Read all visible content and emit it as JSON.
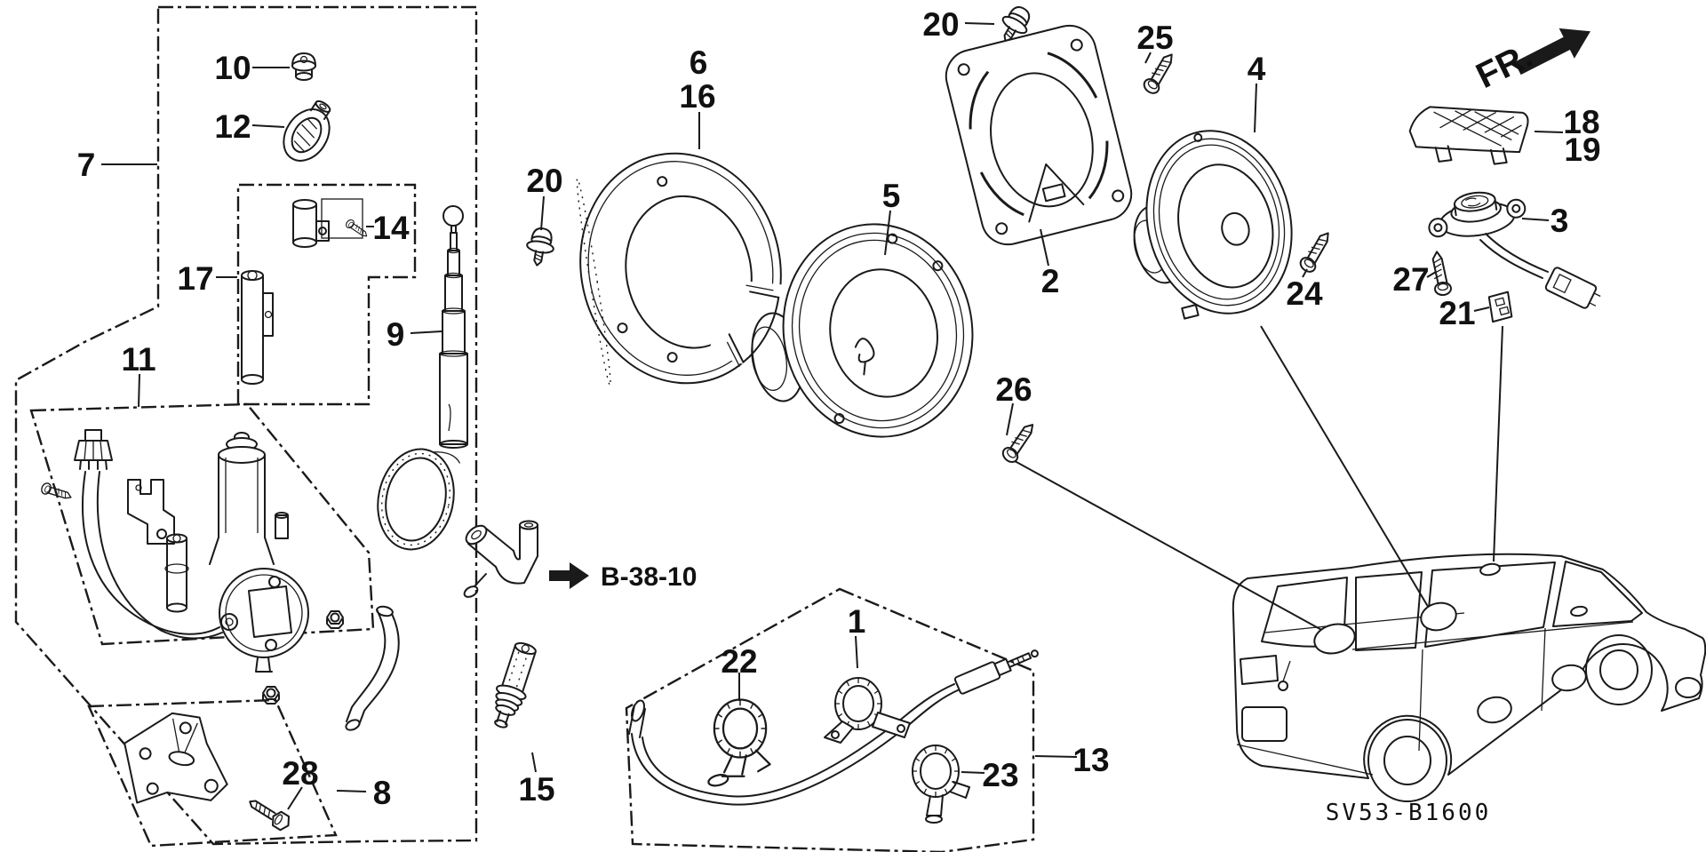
{
  "page": {
    "background": "#ffffff",
    "ink": "#1a1a1a"
  },
  "annotations": {
    "direction_indicator": "FR.",
    "cross_reference": "B-38-10",
    "diagram_code": "SV53-B1600"
  },
  "callouts": {
    "n1": "1",
    "n2": "2",
    "n3": "3",
    "n4": "4",
    "n5": "5",
    "n6": "6",
    "n7": "7",
    "n8": "8",
    "n9": "9",
    "n10": "10",
    "n11": "11",
    "n12": "12",
    "n13": "13",
    "n14": "14",
    "n15": "15",
    "n16": "16",
    "n17": "17",
    "n18": "18",
    "n19": "19",
    "n20": "20",
    "n21": "21",
    "n22": "22",
    "n23": "23",
    "n24": "24",
    "n25": "25",
    "n26": "26",
    "n27": "27",
    "n28": "28"
  }
}
